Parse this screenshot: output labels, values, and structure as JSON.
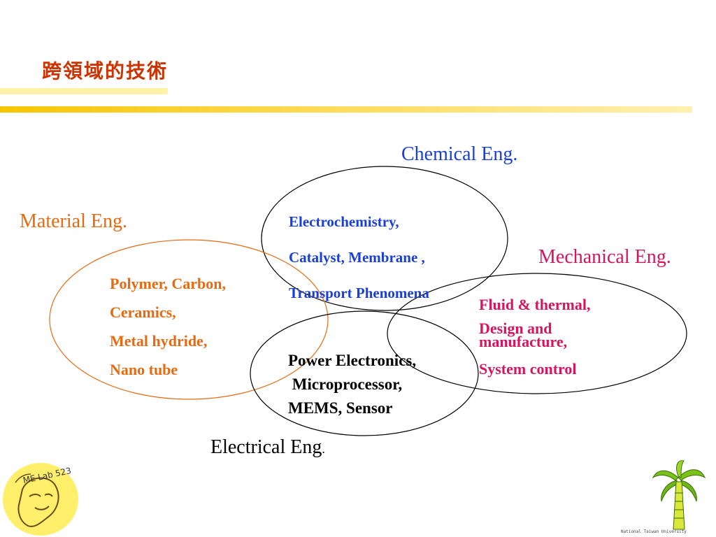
{
  "page": {
    "title": "跨領域的技術"
  },
  "disciplines": {
    "chemical": {
      "label": "Chemical Eng.",
      "color": "#1a3fd6",
      "items": [
        "Electrochemistry,",
        "Catalyst, Membrane ,",
        "Transport Phenomena"
      ]
    },
    "material": {
      "label": "Material Eng.",
      "color": "#e86a10",
      "items": [
        "Polymer, Carbon,",
        "Ceramics,",
        "Metal hydride,",
        "Nano tube"
      ]
    },
    "mechanical": {
      "label": "Mechanical Eng.",
      "color": "#d6155c",
      "items": [
        "Fluid & thermal,",
        "Design and",
        "manufacture,",
        "System control"
      ]
    },
    "electrical": {
      "label": "Electrical Eng",
      "label_suffix": ".",
      "color": "#000000",
      "items": [
        "Power Electronics,",
        " Microprocessor,",
        "MEMS, Sensor"
      ]
    }
  },
  "logos": {
    "left_text": "ME Lab 523",
    "right_caption": "National Taiwan University"
  }
}
